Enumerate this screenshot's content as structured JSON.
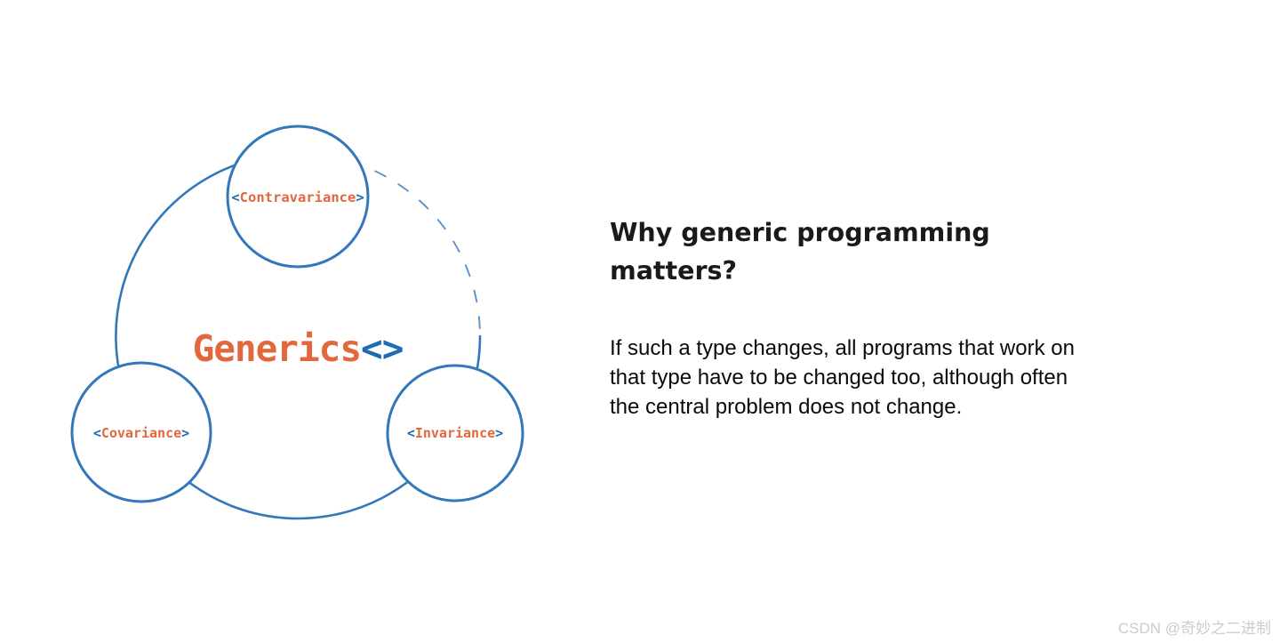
{
  "colors": {
    "blue": "#3377bb",
    "bracket-blue": "#1e6bb4",
    "orange": "#e2683c",
    "heading-color": "#1a1a1a",
    "body-color": "#0a0a0a",
    "watermark-color": "#cccccc",
    "bg": "#ffffff"
  },
  "diagram": {
    "center": {
      "label": "Generics",
      "brackets": "<>"
    },
    "nodes": [
      {
        "id": "contravariance",
        "open": "<",
        "label": "Contravariance",
        "close": ">"
      },
      {
        "id": "covariance",
        "open": "<",
        "label": "Covariance",
        "close": ">"
      },
      {
        "id": "invariance",
        "open": "<",
        "label": "Invariance",
        "close": ">"
      }
    ]
  },
  "content": {
    "heading_lines": [
      "Why generic programming",
      "matters?"
    ],
    "body_lines": [
      "If such a type changes, all programs that work on",
      "that type have to be changed too, although often",
      "the central problem does not change."
    ]
  },
  "watermark": {
    "text": "CSDN @奇妙之二进制"
  }
}
